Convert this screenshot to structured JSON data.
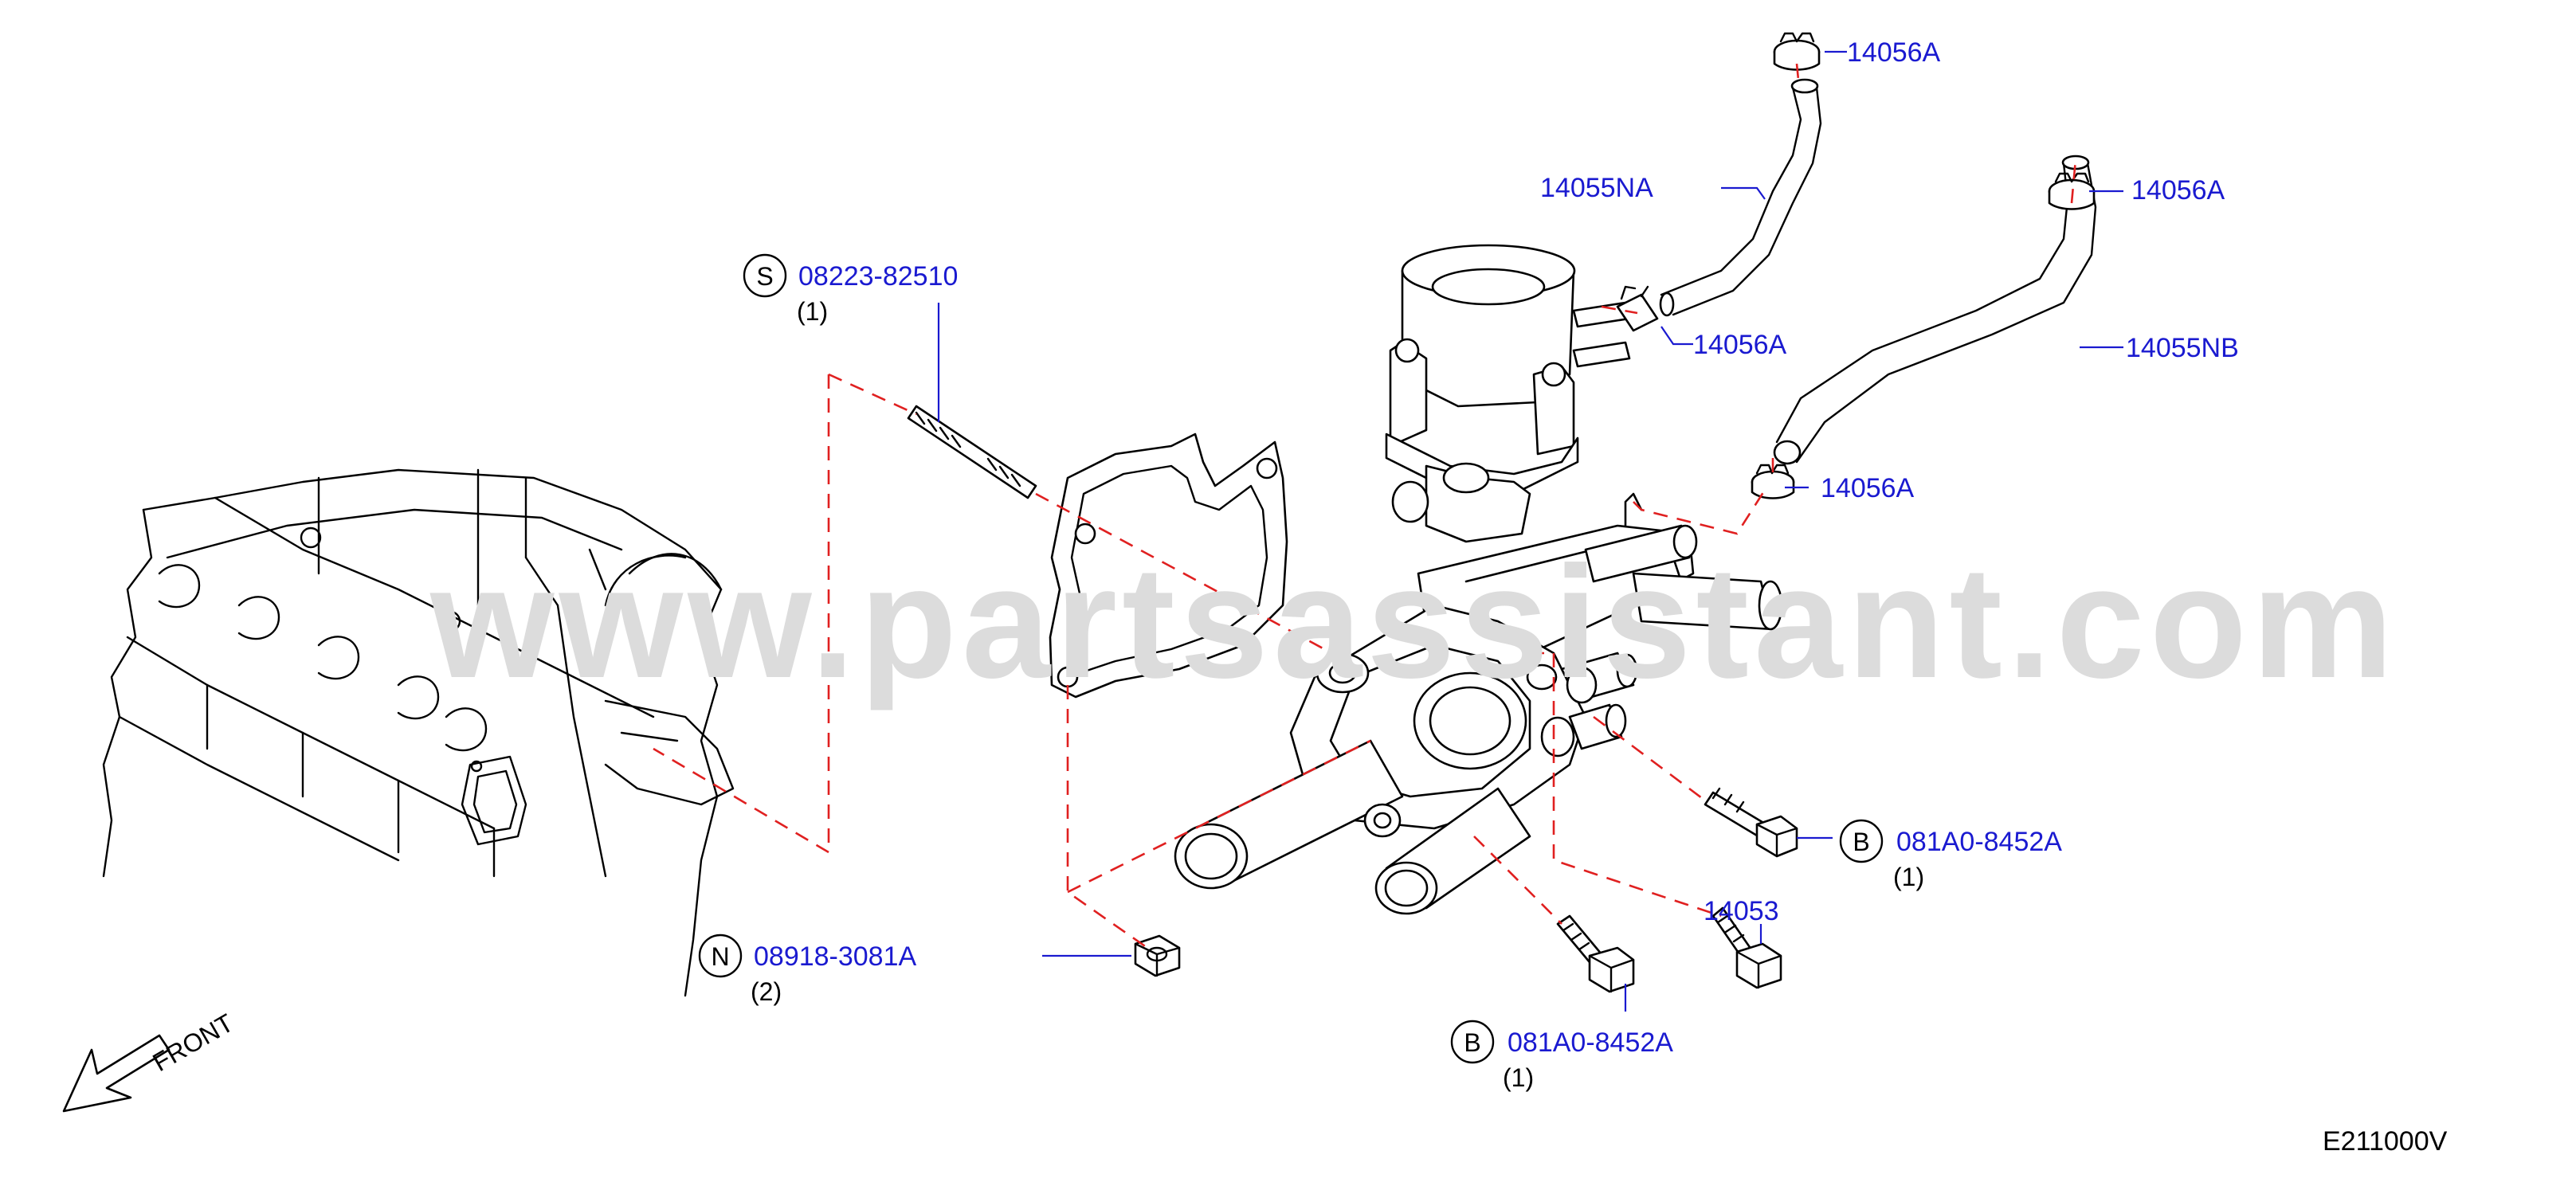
{
  "watermark": "www.partsassistant.com",
  "front_label": "FRONT",
  "diagram_code": "E211000V",
  "callouts": [
    {
      "id": "stud",
      "circle": "S",
      "part": "08223-82510",
      "qty": "(1)"
    },
    {
      "id": "nut",
      "circle": "N",
      "part": "08918-3081A",
      "qty": "(2)"
    },
    {
      "id": "bolt-right",
      "circle": "B",
      "part": "081A0-8452A",
      "qty": "(1)"
    },
    {
      "id": "bolt-bottom",
      "circle": "B",
      "part": "081A0-8452A",
      "qty": "(1)"
    }
  ],
  "labels": {
    "clamp_top": "14056A",
    "hose_a": "14055NA",
    "clamp_right_top": "14056A",
    "clamp_mid": "14056A",
    "hose_b": "14055NB",
    "clamp_lower": "14056A",
    "bolt_14053": "14053"
  }
}
